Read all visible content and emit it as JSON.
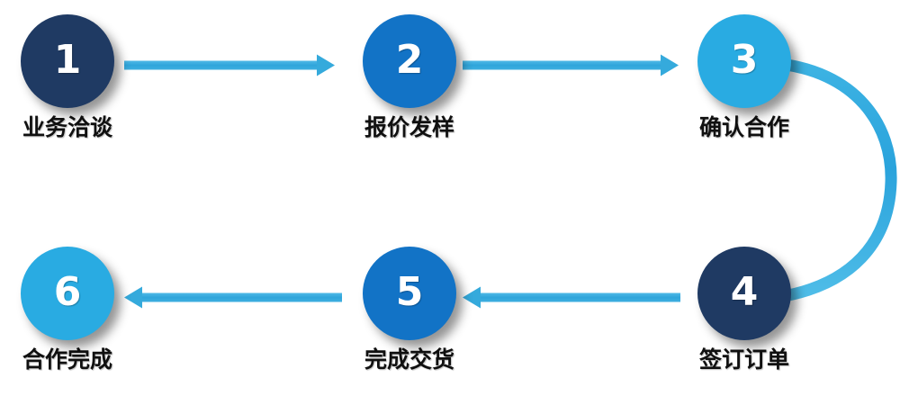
{
  "diagram": {
    "title": "",
    "type": "process-flow",
    "direction": "serpentine-right-then-left",
    "background_color": "#FFFFFF",
    "palette": {
      "dark_navy": "#1F3A63",
      "medium_blue": "#1273C6",
      "light_blue": "#29ABE2",
      "arrow_blue": "#35AADC",
      "label_text": "#101010",
      "number_text": "#FFFFFF"
    },
    "steps": [
      {
        "number": "1",
        "label": "业务洽谈",
        "color": "#1F3A63",
        "row": "top",
        "order": 1
      },
      {
        "number": "2",
        "label": "报价发样",
        "color": "#1273C6",
        "row": "top",
        "order": 2
      },
      {
        "number": "3",
        "label": "确认合作",
        "color": "#29ABE2",
        "row": "top",
        "order": 3
      },
      {
        "number": "4",
        "label": "签订订单",
        "color": "#1F3A63",
        "row": "bottom",
        "order": 4
      },
      {
        "number": "5",
        "label": "完成交货",
        "color": "#1273C6",
        "row": "bottom",
        "order": 5
      },
      {
        "number": "6",
        "label": "合作完成",
        "color": "#29ABE2",
        "row": "bottom",
        "order": 6
      }
    ],
    "connectors": [
      {
        "id": "arrow-1-to-2",
        "from": "1",
        "to": "2",
        "shape": "straight",
        "direction": "right",
        "color": "#35AADC"
      },
      {
        "id": "arrow-2-to-3",
        "from": "2",
        "to": "3",
        "shape": "straight",
        "direction": "right",
        "color": "#35AADC"
      },
      {
        "id": "arc-3-to-4",
        "from": "3",
        "to": "4",
        "shape": "curve",
        "direction": "down",
        "color": "#35AADC"
      },
      {
        "id": "arrow-4-to-5",
        "from": "4",
        "to": "5",
        "shape": "straight",
        "direction": "left",
        "color": "#35AADC"
      },
      {
        "id": "arrow-5-to-6",
        "from": "5",
        "to": "6",
        "shape": "straight",
        "direction": "left",
        "color": "#35AADC"
      }
    ]
  }
}
